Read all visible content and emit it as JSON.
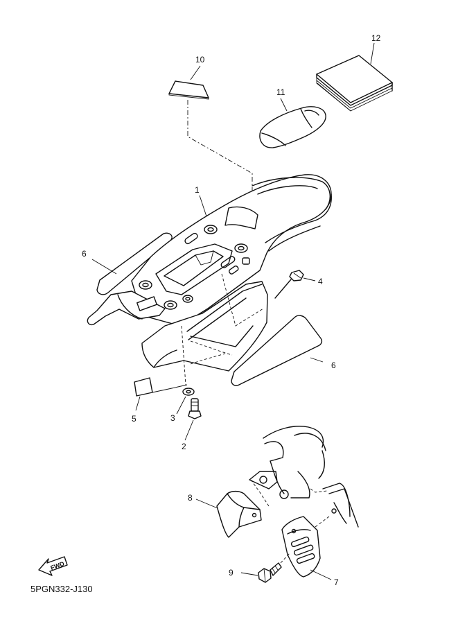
{
  "diagram_code": "5PGN332-J130",
  "fwd_label": "FWD",
  "callouts": {
    "c1": "1",
    "c2": "2",
    "c3": "3",
    "c4": "4",
    "c5": "5",
    "c6a": "6",
    "c6b": "6",
    "c7": "7",
    "c8": "8",
    "c9": "9",
    "c10": "10",
    "c11": "11",
    "c12": "12"
  }
}
